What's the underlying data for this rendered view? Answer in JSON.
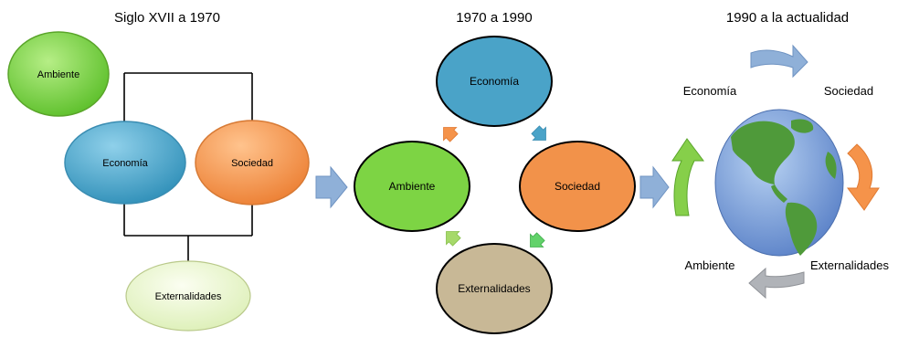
{
  "stage1": {
    "title": "Siglo XVII a 1970",
    "ambiente": "Ambiente",
    "economia": "Economía",
    "sociedad": "Sociedad",
    "externalidades": "Externalidades"
  },
  "stage2": {
    "title": "1970 a 1990",
    "economia": "Economía",
    "ambiente": "Ambiente",
    "sociedad": "Sociedad",
    "externalidades": "Externalidades"
  },
  "stage3": {
    "title": "1990 a la actualidad",
    "economia": "Economía",
    "sociedad": "Sociedad",
    "ambiente": "Ambiente",
    "externalidades": "Externalidades"
  },
  "colors": {
    "green": "#7dd444",
    "blue": "#4aa3c8",
    "orange": "#f2924a",
    "tan": "#c8b896",
    "pale_green": "#eaf5cf",
    "arrow_blue": "#8fb0d8",
    "arrow_orange": "#f5934a",
    "arrow_green": "#86cf4a",
    "arrow_gray": "#b0b3b8",
    "ocean": "#6f92d4",
    "land": "#4f9a3a"
  }
}
